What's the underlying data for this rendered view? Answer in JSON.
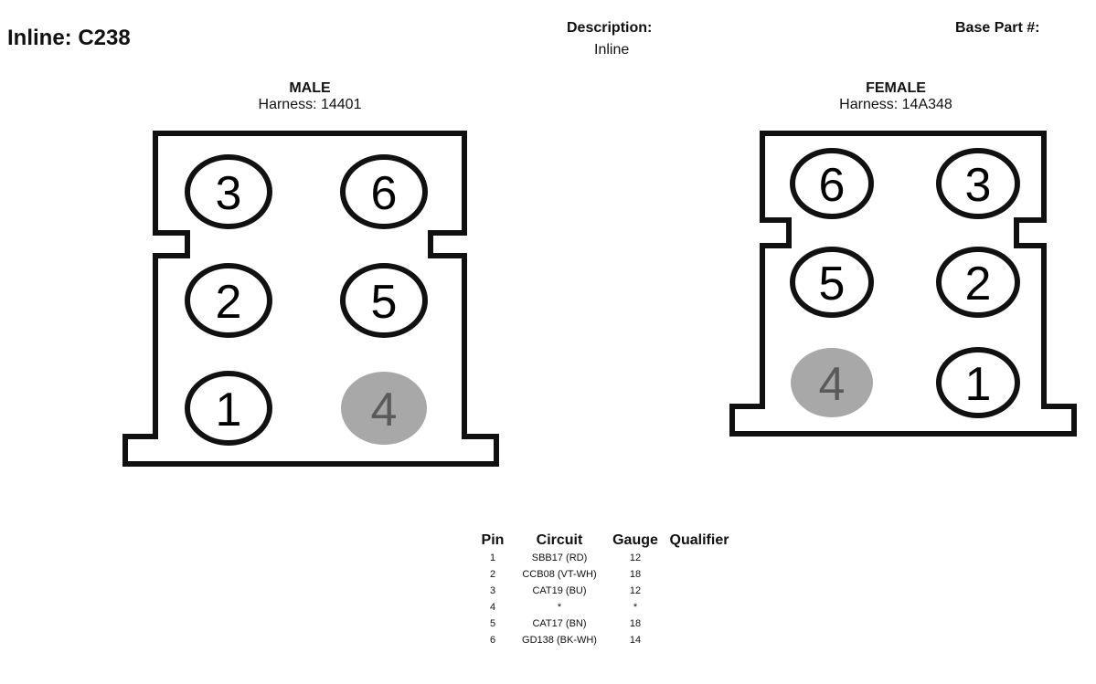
{
  "header": {
    "connector_title": "Inline: C238",
    "description_label": "Description:",
    "description_value": "Inline",
    "base_part_label": "Base Part #:"
  },
  "male": {
    "title": "MALE",
    "harness": "Harness: 14401",
    "pins": [
      "3",
      "6",
      "2",
      "5",
      "1",
      "4"
    ]
  },
  "female": {
    "title": "FEMALE",
    "harness": "Harness: 14A348",
    "pins": [
      "6",
      "3",
      "5",
      "2",
      "4",
      "1"
    ]
  },
  "colors": {
    "outline": "#111111",
    "unused_pin_fill": "#a8a8a8",
    "unused_pin_text": "#5a5a5a"
  },
  "table": {
    "headers": [
      "Pin",
      "Circuit",
      "Gauge",
      "Qualifier"
    ],
    "rows": [
      [
        "1",
        "SBB17 (RD)",
        "12",
        ""
      ],
      [
        "2",
        "CCB08 (VT-WH)",
        "18",
        ""
      ],
      [
        "3",
        "CAT19 (BU)",
        "12",
        ""
      ],
      [
        "4",
        "*",
        "*",
        ""
      ],
      [
        "5",
        "CAT17 (BN)",
        "18",
        ""
      ],
      [
        "6",
        "GD138 (BK-WH)",
        "14",
        ""
      ]
    ]
  }
}
